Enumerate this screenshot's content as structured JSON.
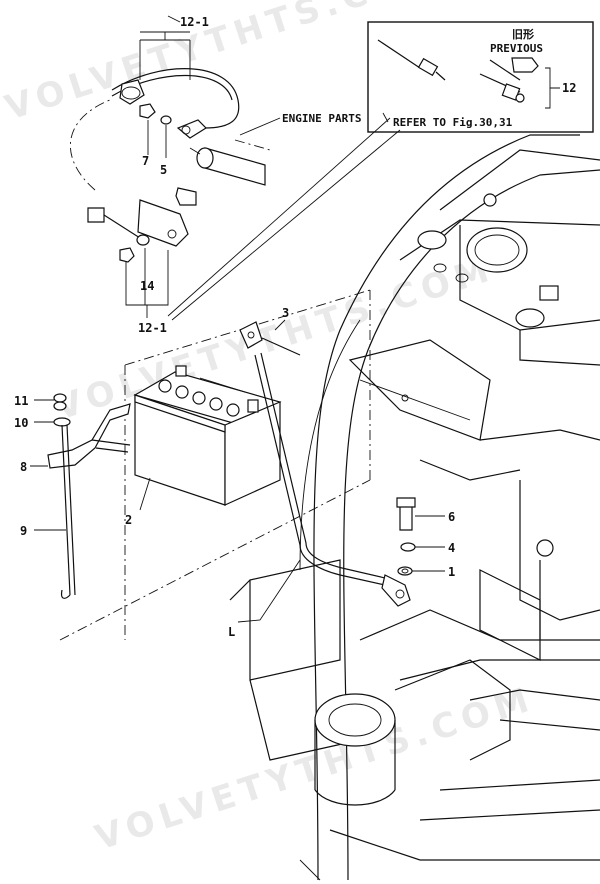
{
  "watermark": "VOLVETYTHTS.COM",
  "callouts": {
    "c12_1_top": "12-1",
    "c12_1_bottom": "12-1",
    "c12": "12",
    "c7": "7",
    "c5": "5",
    "c14": "14",
    "c3": "3",
    "c2": "2",
    "c11": "11",
    "c10": "10",
    "c8": "8",
    "c9": "9",
    "c6": "6",
    "c4": "4",
    "c1": "1",
    "cL": "L"
  },
  "notes": {
    "engine_parts": "ENGINE PARTS",
    "refer_to": "REFER TO Fig.30,31",
    "old_type_jp": "旧形",
    "previous": "PREVIOUS"
  }
}
